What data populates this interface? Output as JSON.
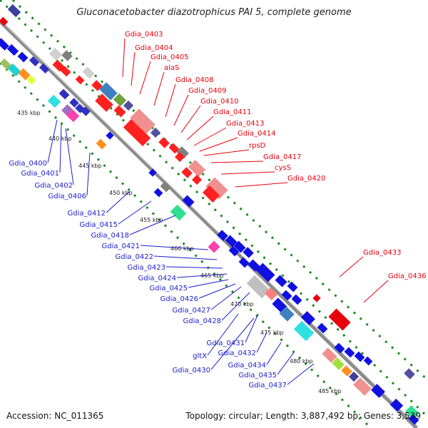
{
  "title": "Gluconacetobacter diazotrophicus PAI 5, complete genome",
  "accession": "Accession: NC_011365",
  "summary": "Topology: circular; Length: 3,887,492 bp; Genes: 3,539",
  "colors": {
    "forward_label": "#e8000b",
    "reverse_label": "#1c1ccc",
    "backbone": "#8c8c8c",
    "dots": "#1e8a1e"
  },
  "kbp_ticks": [
    {
      "label": "435 kbp"
    },
    {
      "label": "440 kbp"
    },
    {
      "label": "445 kbp"
    },
    {
      "label": "450 kbp"
    },
    {
      "label": "455 kbp"
    },
    {
      "label": "460 kbp"
    },
    {
      "label": "465 kbp"
    },
    {
      "label": "470 kbp"
    },
    {
      "label": "475 kbp"
    },
    {
      "label": "480 kbp"
    },
    {
      "label": "485 kbp"
    }
  ],
  "forward_genes": [
    {
      "label": "Gdia_0403"
    },
    {
      "label": "Gdia_0404"
    },
    {
      "label": "Gdia_0405"
    },
    {
      "label": "alaS"
    },
    {
      "label": "Gdia_0408"
    },
    {
      "label": "Gdia_0409"
    },
    {
      "label": "Gdia_0410"
    },
    {
      "label": "Gdia_0411"
    },
    {
      "label": "Gdia_0413"
    },
    {
      "label": "Gdia_0414"
    },
    {
      "label": "rpsD"
    },
    {
      "label": "Gdia_0417"
    },
    {
      "label": "cysS"
    },
    {
      "label": "Gdia_0420"
    },
    {
      "label": "Gdia_0433"
    },
    {
      "label": "Gdia_0436"
    }
  ],
  "reverse_genes": [
    {
      "label": "Gdia_0400"
    },
    {
      "label": "Gdia_0401"
    },
    {
      "label": "Gdia_0402"
    },
    {
      "label": "Gdia_0406"
    },
    {
      "label": "Gdia_0412"
    },
    {
      "label": "Gdia_0415"
    },
    {
      "label": "Gdia_0418"
    },
    {
      "label": "Gdia_0421"
    },
    {
      "label": "Gdia_0422"
    },
    {
      "label": "Gdia_0423"
    },
    {
      "label": "Gdia_0424"
    },
    {
      "label": "Gdia_0425"
    },
    {
      "label": "Gdia_0426"
    },
    {
      "label": "Gdia_0427"
    },
    {
      "label": "Gdia_0428"
    },
    {
      "label": "Gdia_0431"
    },
    {
      "label": "gltX"
    },
    {
      "label": "Gdia_0432"
    },
    {
      "label": "Gdia_0430"
    },
    {
      "label": "Gdia_0434"
    },
    {
      "label": "Gdia_0435"
    },
    {
      "label": "Gdia_0437"
    }
  ]
}
